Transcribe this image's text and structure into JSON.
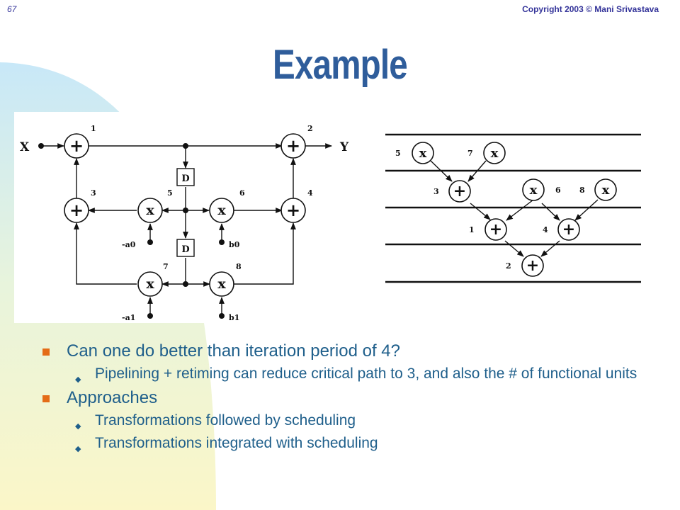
{
  "slide": {
    "page_number": "67",
    "copyright": "Copyright 2003 © Mani Srivastava",
    "title": "Example"
  },
  "diagram_left": {
    "input_label": "X",
    "output_label": "Y",
    "delay_label": "D",
    "adder_symbol": "+",
    "mult_symbol": "x",
    "node_numbers": [
      "1",
      "2",
      "3",
      "4",
      "5",
      "6",
      "7",
      "8"
    ],
    "coefficients": [
      "-a0",
      "b0",
      "-a1",
      "b1"
    ]
  },
  "diagram_right": {
    "adder_symbol": "+",
    "mult_symbol": "x",
    "node_numbers": [
      "5",
      "7",
      "3",
      "6",
      "8",
      "1",
      "4",
      "2"
    ]
  },
  "bullets": [
    {
      "text": "Can one do better than iteration period of 4?",
      "sub": [
        "Pipelining + retiming can reduce critical path to 3, and also the # of functional units"
      ]
    },
    {
      "text": "Approaches",
      "sub": [
        "Transformations followed by scheduling",
        "Transformations integrated with scheduling"
      ]
    }
  ]
}
